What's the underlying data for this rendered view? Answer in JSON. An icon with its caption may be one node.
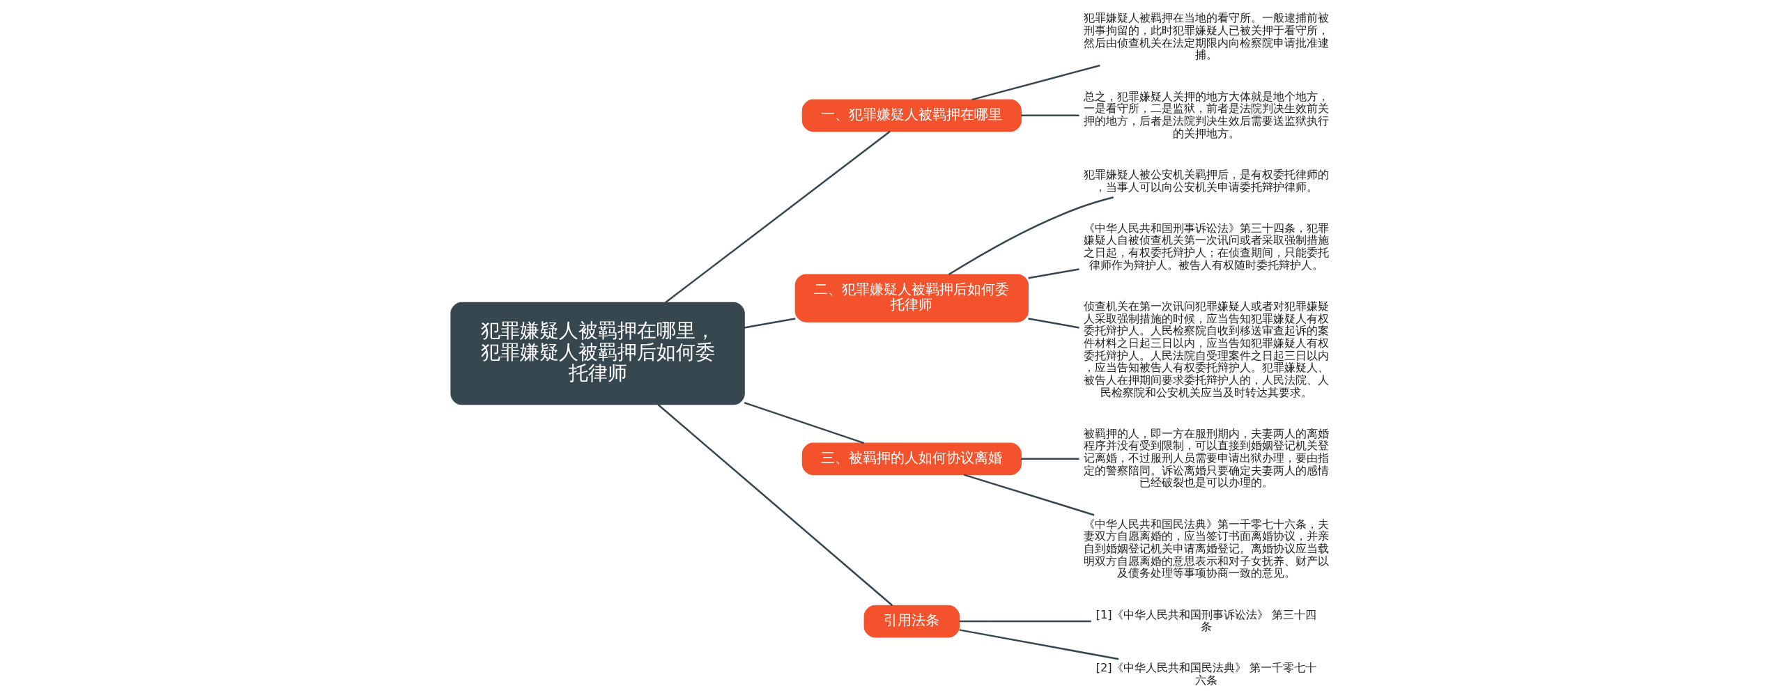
{
  "diagram": {
    "nodes": [
      {
        "text": [
          "犯罪嫌疑人被羁押在哪里，犯罪嫌疑人被羁押后如何委托律师"
        ]
      },
      {
        "text": [
          "一、犯罪嫌疑人被羁押在哪里"
        ]
      },
      {
        "text": [
          "犯罪嫌疑人被羁押在当地的看守所。一般逮捕前被刑事拘留的，此时犯罪嫌疑人已被关押于看守所，然后由侦查机关在法定期限内向检察院申请批准逮捕。"
        ]
      },
      {
        "text": [
          "总之，犯罪嫌疑人关押的地方大体就是地个地方，一是看守所，二是监狱，前者是法院判决生效前关押的地方，后者是法院判决生效后需要送监狱执行的关押地方。"
        ]
      },
      {
        "text": [
          "二、犯罪嫌疑人被羁押后如何委托律师"
        ]
      },
      {
        "text": [
          "犯罪嫌疑人被公安机关羁押后，是有权委托律师的，当事人可以向公安机关申请委托辩护律师。"
        ]
      },
      {
        "text": [
          "《中华人民共和国刑事诉讼法》第三十四条，犯罪嫌疑人自被侦查机关第一次讯问或者采取强制措施之日起，有权委托辩护人；在侦查期间，只能委托律师作为辩护人。被告人有权随时委托辩护人。"
        ]
      },
      {
        "text": [
          "侦查机关在第一次讯问犯罪嫌疑人或者对犯罪嫌疑人采取强制措施的时候，应当告知犯罪嫌疑人有权委托辩护人。人民检察院自收到移送审查起诉的案件材料之日起三日以内，应当告知犯罪嫌疑人有权委托辩护人。人民法院自受理案件之日起三日以内，应当告知被告人有权委托辩护人。犯罪嫌疑人、被告人在押期间要求委托辩护人的，人民法院、人民检察院和公安机关应当及时转达其要求。"
        ]
      },
      {
        "text": [
          "三、被羁押的人如何协议离婚"
        ]
      },
      {
        "text": [
          "被羁押的人，即一方在服刑期内，夫妻两人的离婚程序并没有受到限制，可以直接到婚姻登记机关登记离婚，不过服刑人员需要申请出狱办理，要由指定的警察陪同。诉讼离婚只要确定夫妻两人的感情已经破裂也是可以办理的。"
        ]
      },
      {
        "text": [
          "《中华人民共和国民法典》第一千零七十六条，夫妻双方自愿离婚的，应当签订书面离婚协议，并亲自到婚姻登记机关申请离婚登记。离婚协议应当载明双方自愿离婚的意思表示和对子女抚养、财产以及债务处理等事项协商一致的意见。"
        ]
      },
      {
        "text": [
          "引用法条"
        ]
      },
      {
        "text": [
          "[1]《中华人民共和国刑事诉讼法》 第三十四条"
        ]
      },
      {
        "text": [
          "[2]《中华人民共和国民法典》 第一千零七十六条"
        ]
      }
    ],
    "edges": [
      {
        "from": 0,
        "to": 1,
        "arrow": "none"
      },
      {
        "from": 1,
        "to": 2,
        "arrow": "none"
      },
      {
        "from": 1,
        "to": 3,
        "arrow": "none"
      },
      {
        "from": 0,
        "to": 4,
        "arrow": "none"
      },
      {
        "from": 4,
        "to": 5,
        "arrow": "none"
      },
      {
        "from": 4,
        "to": 6,
        "arrow": "none"
      },
      {
        "from": 4,
        "to": 7,
        "arrow": "none"
      },
      {
        "from": 0,
        "to": 8,
        "arrow": "none"
      },
      {
        "from": 8,
        "to": 9,
        "arrow": "none"
      },
      {
        "from": 8,
        "to": 10,
        "arrow": "none"
      },
      {
        "from": 0,
        "to": 11,
        "arrow": "none"
      },
      {
        "from": 11,
        "to": 12,
        "arrow": "none"
      },
      {
        "from": 11,
        "to": 13,
        "arrow": "none"
      }
    ]
  }
}
